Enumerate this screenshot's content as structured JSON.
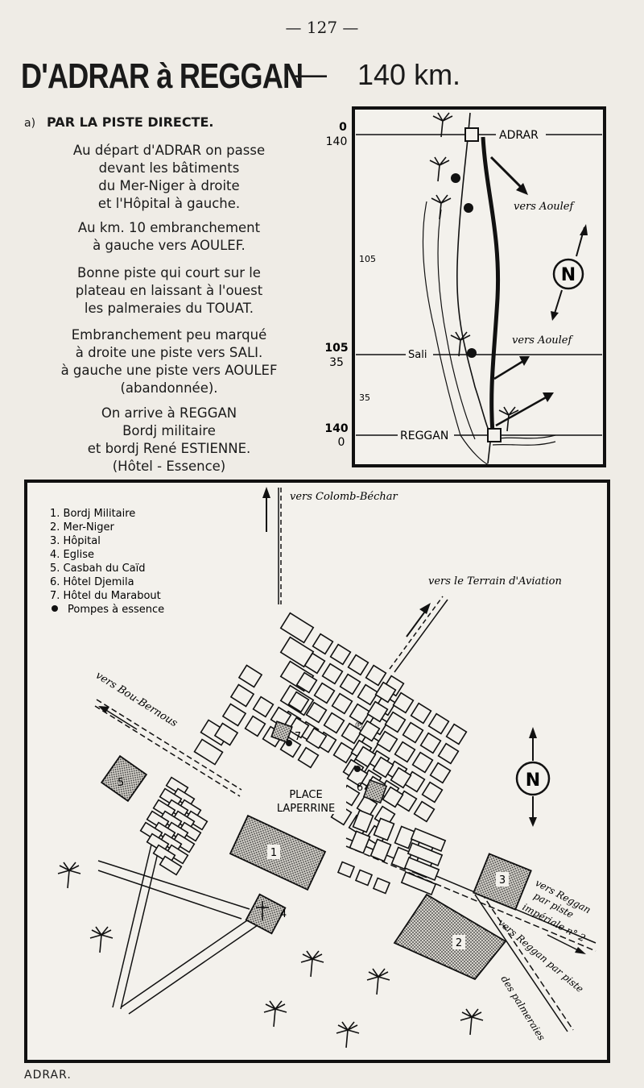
{
  "page_number": "— 127 —",
  "title": {
    "route": "D'ADRAR à REGGAN",
    "dash": "—",
    "distance": "140 km."
  },
  "section": {
    "letter": "a)",
    "heading": "PAR LA PISTE DIRECTE."
  },
  "paragraphs": [
    "Au départ d'ADRAR on passe\ndevant les bâtiments\ndu Mer-Niger à droite\net l'Hôpital à gauche.",
    "Au km. 10 embranchement\nà gauche vers AOULEF.",
    "Bonne piste qui court sur le\nplateau en laissant à l'ouest\nles palmeraies du TOUAT.",
    "Embranchement peu marqué\nà droite une piste vers SALI.\nà gauche une piste vers AOULEF\n(abandonnée).",
    "On arrive à REGGAN\nBordj militaire\net bordj René ESTIENNE.\n(Hôtel - Essence)"
  ],
  "route_map": {
    "km_left": [
      {
        "top": "0",
        "bottom": "140"
      },
      {
        "top": "105",
        "bottom": "35"
      },
      {
        "top": "140",
        "bottom": "0"
      }
    ],
    "inner_km": [
      "105",
      "35"
    ],
    "places": {
      "adrar": "ADRAR",
      "sali": "Sali",
      "reggan": "REGGAN"
    },
    "labels": {
      "aoulef_1": "vers Aoulef",
      "aoulef_2": "vers Aoulef"
    },
    "north": "N"
  },
  "town_map": {
    "legend": [
      "1. Bordj Militaire",
      "2. Mer-Niger",
      "3. Hôpital",
      "4. Eglise",
      "5. Casbah du Caïd",
      "6. Hôtel Djemila",
      "7. Hôtel du Marabout",
      "Pompes à essence"
    ],
    "labels": {
      "colomb_bechar": "vers Colomb-Béchar",
      "aviation": "vers le Terrain d'Aviation",
      "bou_bernous": "vers Bou-Bernous",
      "place_1": "PLACE",
      "place_2": "LAPERRINE",
      "reggan_imp_1": "vers Reggan",
      "reggan_imp_2": "par piste",
      "reggan_imp_3": "impériale n° 2",
      "reggan_palm_1": "vers Reggan par piste",
      "reggan_palm_2": "des palmeraies"
    },
    "markers": [
      "1",
      "2",
      "3",
      "4",
      "5",
      "6",
      "7"
    ],
    "north": "N"
  },
  "caption": "ADRAR."
}
